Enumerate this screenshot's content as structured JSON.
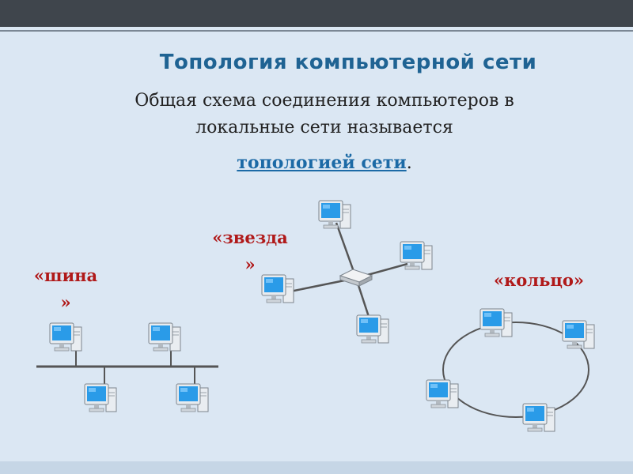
{
  "slide": {
    "title": "Топология компьютерной сети",
    "body_line1": "Общая схема соединения компьютеров в",
    "body_line2": "локальные сети называется",
    "term": "топологией сети",
    "term_suffix": "."
  },
  "topologies": {
    "bus_open": "«шина",
    "bus_close": "»",
    "star_open": "«звезда",
    "star_close": "»",
    "ring": "«кольцо»"
  },
  "colors": {
    "title": "#1f6393",
    "label": "#b01919",
    "term": "#1c6aa6",
    "screen": "#2a9be8",
    "cable": "#555555"
  }
}
